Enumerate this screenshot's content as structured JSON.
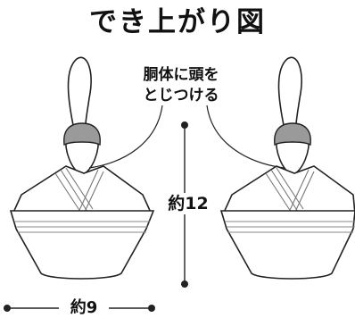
{
  "title": "でき上がり図",
  "callout": {
    "line1": "胴体に頭を",
    "line2": "とじつける"
  },
  "dimensions": {
    "height_label": "約12",
    "width_label": "約9"
  },
  "colors": {
    "line": "#222222",
    "hair": "#9a9a9a",
    "fill": "#ffffff"
  }
}
